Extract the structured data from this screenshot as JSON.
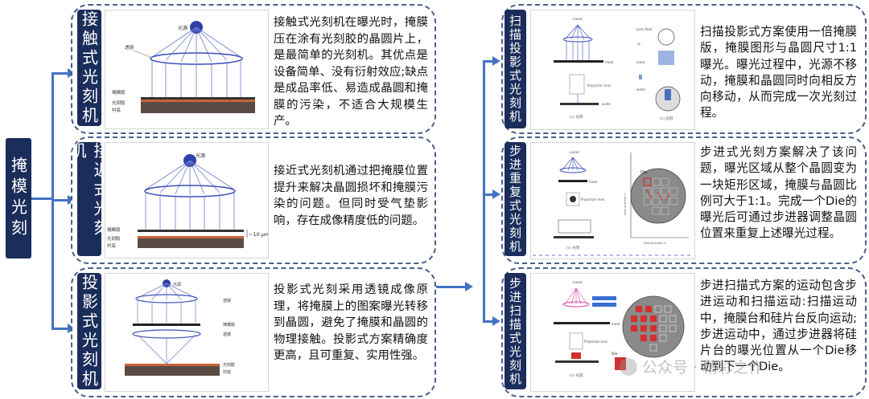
{
  "root": {
    "label": "掩模光刻"
  },
  "left": [
    {
      "label": "接触式光刻机",
      "text": "接触式光刻机在曝光时，掩膜压在涂有光刻胶的晶圆片上，是最简单的光刻机。其优点是设备简单、没有衍射效应;缺点是成品率低、易造成晶圆和掩膜的污染，不适合大规模生产。"
    },
    {
      "label": "接近式光刻机",
      "text": "接近式光刻机通过把掩膜位置提升来解决晶圆损坏和掩膜污染的问题。但同时受气垫影响，存在成像精度低的问题。"
    },
    {
      "label": "投影式光刻机",
      "text": "投影式光刻采用透镜成像原理，将掩膜上的图案曝光转移到晶圆，避免了掩膜和晶圆的物理接触。投影式方案精确度更高，且可重复、实用性强。"
    }
  ],
  "right": [
    {
      "label": "扫描投影式光刻机",
      "text": "扫描投影式方案使用一倍掩膜版，掩膜图形与晶圆尺寸1:1曝光。曝光过程中，光源不移动，掩膜和晶圆同时向相反方向移动，从而完成一次光刻过程。"
    },
    {
      "label": "步进重复式光刻机",
      "text": "步进式光刻方案解决了该问题，曝光区域从整个晶圆变为一块矩形区域，掩膜与晶圆比例可大于1:1。完成一个Die的曝光后可通过步进器调整晶圆位置来重复上述曝光过程。"
    },
    {
      "label": "步进扫描式光刻机",
      "text": "步进扫描式方案的运动包含步进运动和扫描运动:扫描运动中，掩膜台和硅片台反向运动; 步进运动中，通过步进器将硅片台的曝光位置从一个Die移动到下一个Die。"
    }
  ],
  "diagram_labels": {
    "source": "光源",
    "lens": "透镜",
    "mask": "掩模版",
    "resist": "光刻胶",
    "substrate": "衬底",
    "gap": "~10 μm",
    "laser": "Laser",
    "die": "Die",
    "wafer": "wafer",
    "mask_en": "mask",
    "projection_lens": "Projection lens",
    "lens_field": "Lens field",
    "step_x": "Step direction X",
    "step_y": "Step direction Y",
    "fig_caption": "(c) 光刻"
  },
  "watermark": "公众号 · 精彩之作",
  "colors": {
    "navy": "#1b2d5a",
    "connector": "#4472c4",
    "border": "#4a5f88",
    "die_red": "#d32f2f",
    "laser_pink": "#e040a0"
  }
}
